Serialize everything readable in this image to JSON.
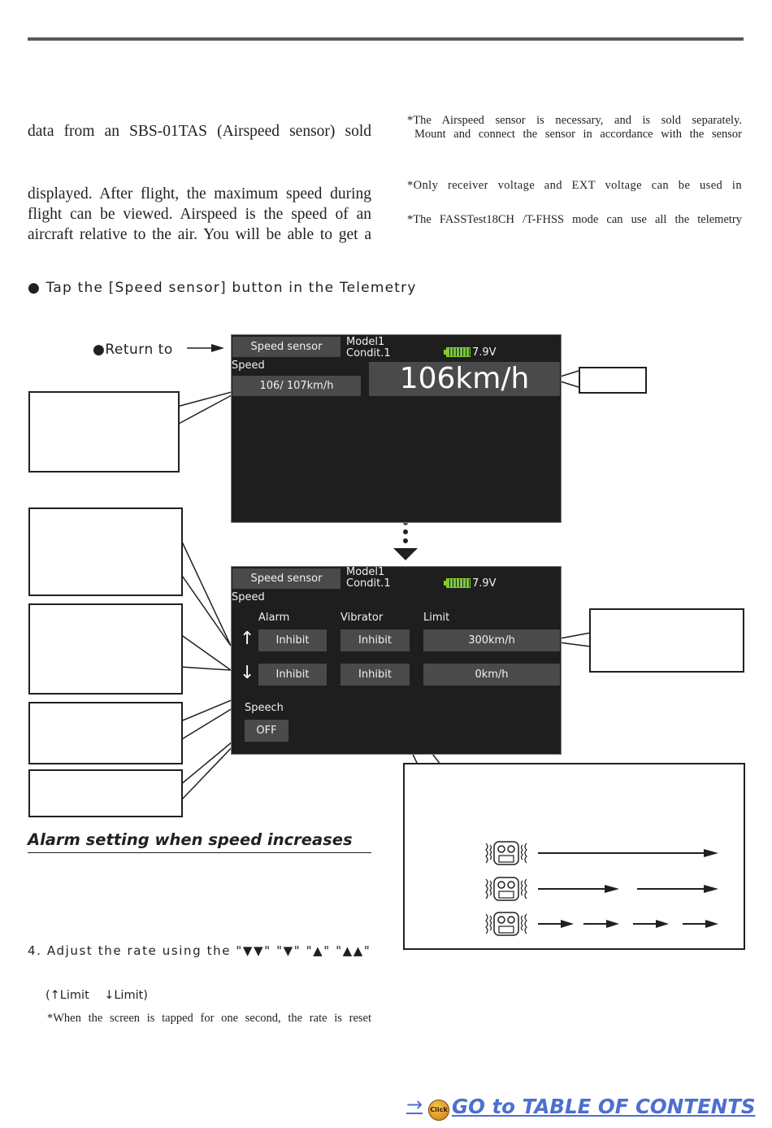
{
  "body_text": {
    "line_1": "data from an SBS-01TAS (Airspeed sensor) sold",
    "line_2": "displayed. After flight, the maximum speed during",
    "line_3": "flight can be viewed. Airspeed is the speed of an",
    "line_4": "aircraft relative to the air. You will be able to get a"
  },
  "notes": {
    "note_1_line_1": "*The Airspeed sensor is necessary, and is sold separately.",
    "note_1_line_2": "Mount and connect the sensor in accordance with the sensor",
    "note_2": "*Only receiver voltage and EXT voltage can be used in",
    "note_3": "*The FASSTest18CH /T-FHSS mode can use all the telemetry"
  },
  "instruction": "● Tap the [Speed sensor] button in the Telemetry",
  "return_label": "●Return to",
  "screen_1": {
    "tab": "Speed sensor",
    "model": "Model1",
    "condition": "Condit.1",
    "voltage": "7.9V",
    "section": "Speed",
    "readout": "106/ 107km/h",
    "big_speed": "106km/h"
  },
  "screen_2": {
    "tab": "Speed sensor",
    "model": "Model1",
    "condition": "Condit.1",
    "voltage": "7.9V",
    "section": "Speed",
    "col_alarm": "Alarm",
    "col_vibrator": "Vibrator",
    "col_limit": "Limit",
    "up_arrow": "↑",
    "down_arrow": "↓",
    "up_alarm": "Inhibit",
    "up_vibrator": "Inhibit",
    "up_limit": "300km/h",
    "down_alarm": "Inhibit",
    "down_vibrator": "Inhibit",
    "down_limit": "0km/h",
    "speech_label": "Speech",
    "speech_value": "OFF"
  },
  "alarm_heading": "Alarm setting when speed increases",
  "step_4": "4. Adjust the rate using the \"▼▼\" \"▼\" \"▲\" \"▲▲\"",
  "limit_legend": "(↑Limit    ↓Limit)",
  "reset_note": "*When the screen is tapped for one second, the rate is reset",
  "toc": {
    "arrow": "→",
    "icon_text": "Click",
    "label": "GO to TABLE OF CONTENTS"
  }
}
